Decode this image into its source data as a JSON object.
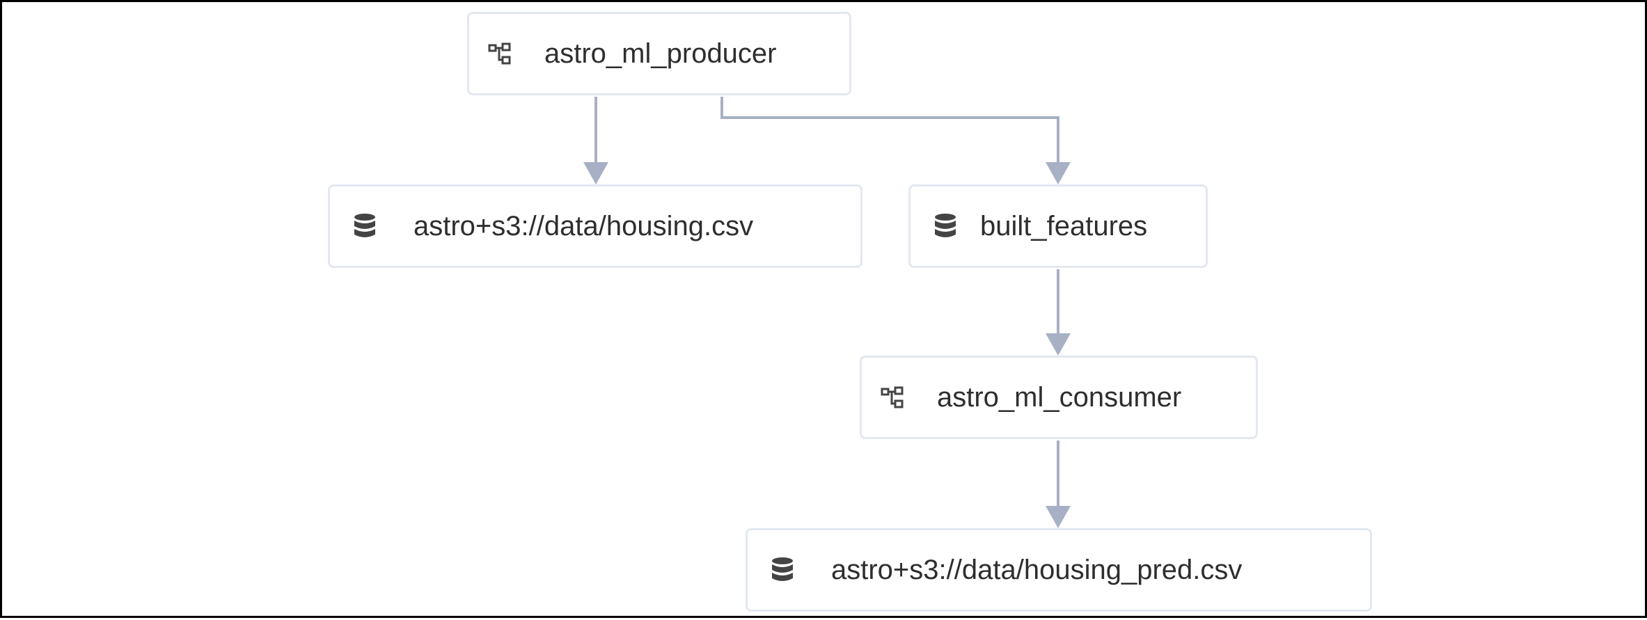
{
  "diagram": {
    "nodes": [
      {
        "id": "producer",
        "type": "dag",
        "icon": "dag-icon",
        "label": "astro_ml_producer"
      },
      {
        "id": "housing",
        "type": "dataset",
        "icon": "database-icon",
        "label": "astro+s3://data/housing.csv"
      },
      {
        "id": "features",
        "type": "dataset",
        "icon": "database-icon",
        "label": "built_features"
      },
      {
        "id": "consumer",
        "type": "dag",
        "icon": "dag-icon",
        "label": "astro_ml_consumer"
      },
      {
        "id": "pred",
        "type": "dataset",
        "icon": "database-icon",
        "label": "astro+s3://data/housing_pred.csv"
      }
    ],
    "edges": [
      {
        "from": "astro_ml_producer",
        "to": "astro+s3://data/housing.csv"
      },
      {
        "from": "astro_ml_producer",
        "to": "built_features"
      },
      {
        "from": "built_features",
        "to": "astro_ml_consumer"
      },
      {
        "from": "astro_ml_consumer",
        "to": "astro+s3://data/housing_pred.csv"
      }
    ],
    "colors": {
      "edge": "#a7b0c4",
      "node_border": "#e3e8f0",
      "icon": "#444444",
      "text": "#2e2e2e"
    }
  }
}
